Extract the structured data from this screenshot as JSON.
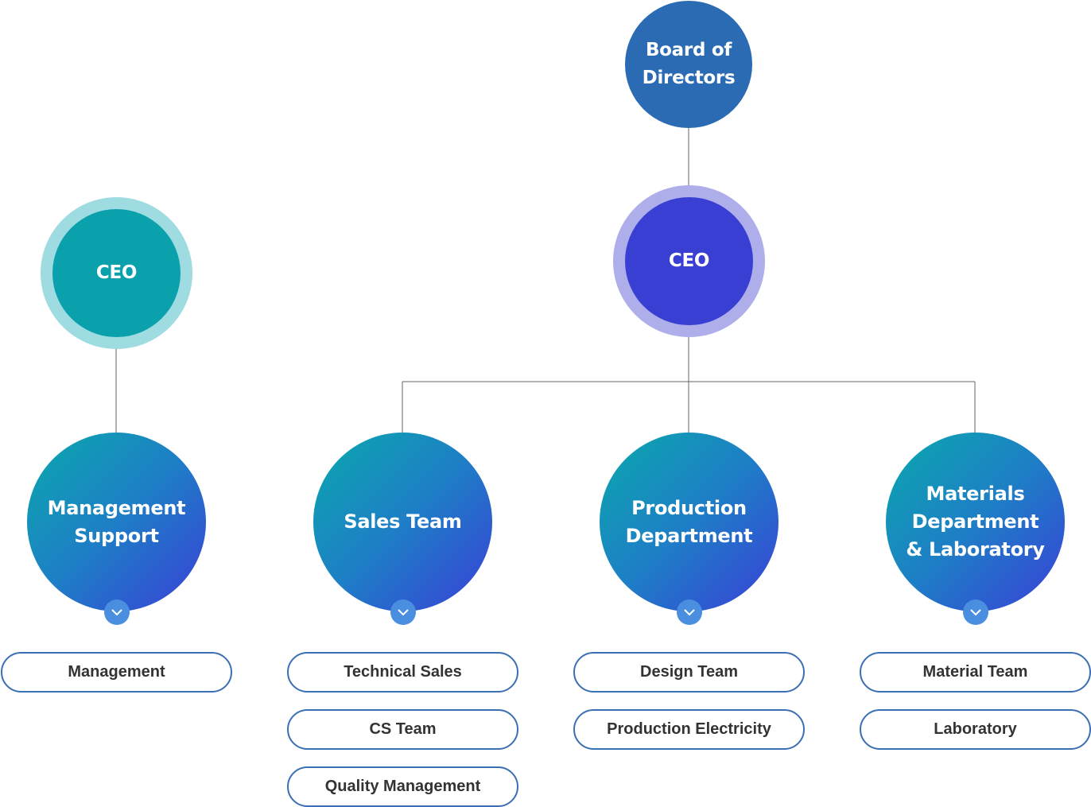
{
  "top": {
    "board": "Board of\nDirectors",
    "ceo_main": "CEO",
    "ceo_left": "CEO"
  },
  "departments": [
    {
      "label": "Management\nSupport",
      "teams": [
        "Management"
      ]
    },
    {
      "label": "Sales Team",
      "teams": [
        "Technical Sales",
        "CS Team",
        "Quality Management"
      ]
    },
    {
      "label": "Production\nDepartment",
      "teams": [
        "Design Team",
        "Production Electricity"
      ]
    },
    {
      "label": "Materials\nDepartment\n& Laboratory",
      "teams": [
        "Material Team",
        "Laboratory"
      ]
    }
  ],
  "colors": {
    "board": "#2b6bb4",
    "ceo_main": "#3a3fd4",
    "ceo_main_ring": "#adaeea",
    "ceo_left": "#0aa1ad",
    "ceo_left_ring": "#9fdce2",
    "dept_gradient_start": "#0aa9ad",
    "dept_gradient_end": "#3a3fd8",
    "chevron": "#4a8ee0",
    "pill_border": "#3b6fb3",
    "pill_text": "#333333",
    "connector": "#666666"
  },
  "icons": {
    "expand": "chevron-down-icon"
  }
}
